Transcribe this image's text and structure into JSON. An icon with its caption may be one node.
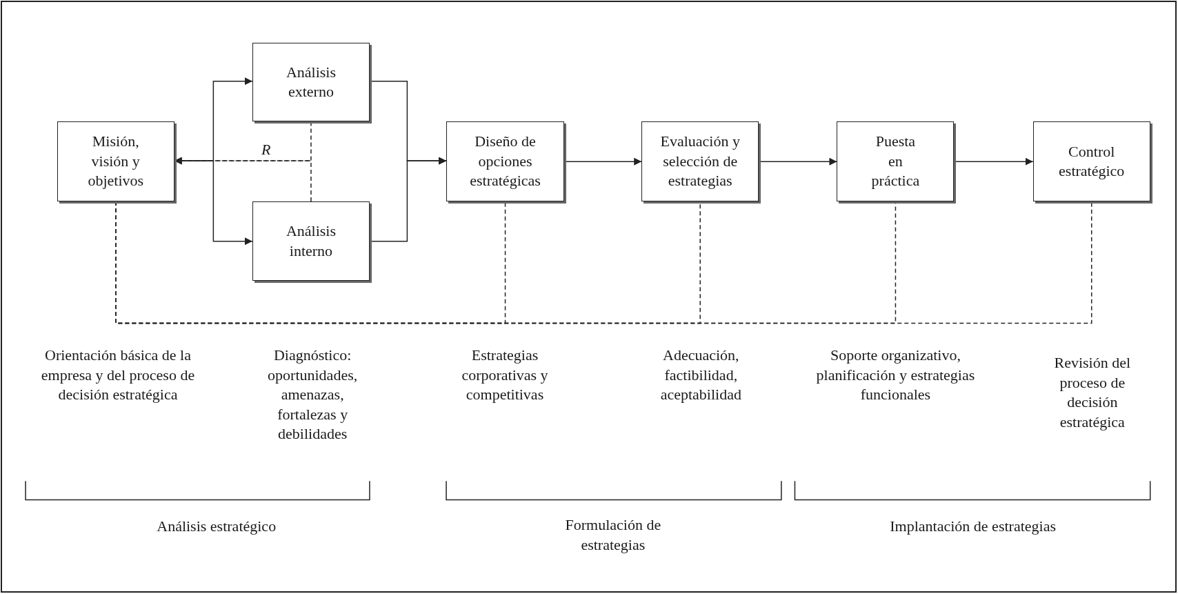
{
  "diagram": {
    "nodes": [
      {
        "text": [
          "Misión, visión y objetivos"
        ]
      },
      {
        "text": [
          "Análisis externo"
        ]
      },
      {
        "text": [
          "Análisis interno"
        ]
      },
      {
        "text": [
          "Diseño de opciones estratégicas"
        ]
      },
      {
        "text": [
          "Evaluación y selección de estrategias"
        ]
      },
      {
        "text": [
          "Puesta en práctica"
        ]
      },
      {
        "text": [
          "Control estratégico"
        ]
      }
    ],
    "edges": [
      {
        "from": 0,
        "to": 1,
        "arrow": "to"
      },
      {
        "from": 0,
        "to": 2,
        "arrow": "to"
      },
      {
        "from": 1,
        "to": 0,
        "arrow": "to",
        "style": "dashed",
        "label": "R"
      },
      {
        "from": 2,
        "to": 0,
        "arrow": "to",
        "style": "dashed"
      },
      {
        "from": 1,
        "to": 3,
        "arrow": "to"
      },
      {
        "from": 2,
        "to": 3,
        "arrow": "to"
      },
      {
        "from": 3,
        "to": 4,
        "arrow": "to"
      },
      {
        "from": 4,
        "to": 5,
        "arrow": "to"
      },
      {
        "from": 5,
        "to": 6,
        "arrow": "to"
      },
      {
        "from": 0,
        "to": 3,
        "arrow": "none",
        "style": "dashed"
      },
      {
        "from": 0,
        "to": 4,
        "arrow": "none",
        "style": "dashed"
      },
      {
        "from": 0,
        "to": 5,
        "arrow": "none",
        "style": "dashed"
      },
      {
        "from": 0,
        "to": 6,
        "arrow": "none",
        "style": "dashed"
      }
    ],
    "labels": [
      "Orientación básica de la empresa y del proceso de decisión estratégica",
      "Diagnóstico: oportunidades, amenazas, fortalezas y debilidades",
      "Estrategias corporativas y competitivas",
      "Adecuación, factibilidad, aceptabilidad",
      "Soporte organizativo, planificación y estrategias funcionales",
      "Revisión del proceso de decisión estratégica",
      "Análisis estratégico",
      "Formulación de estrategias",
      "Implantación de estrategias"
    ]
  }
}
